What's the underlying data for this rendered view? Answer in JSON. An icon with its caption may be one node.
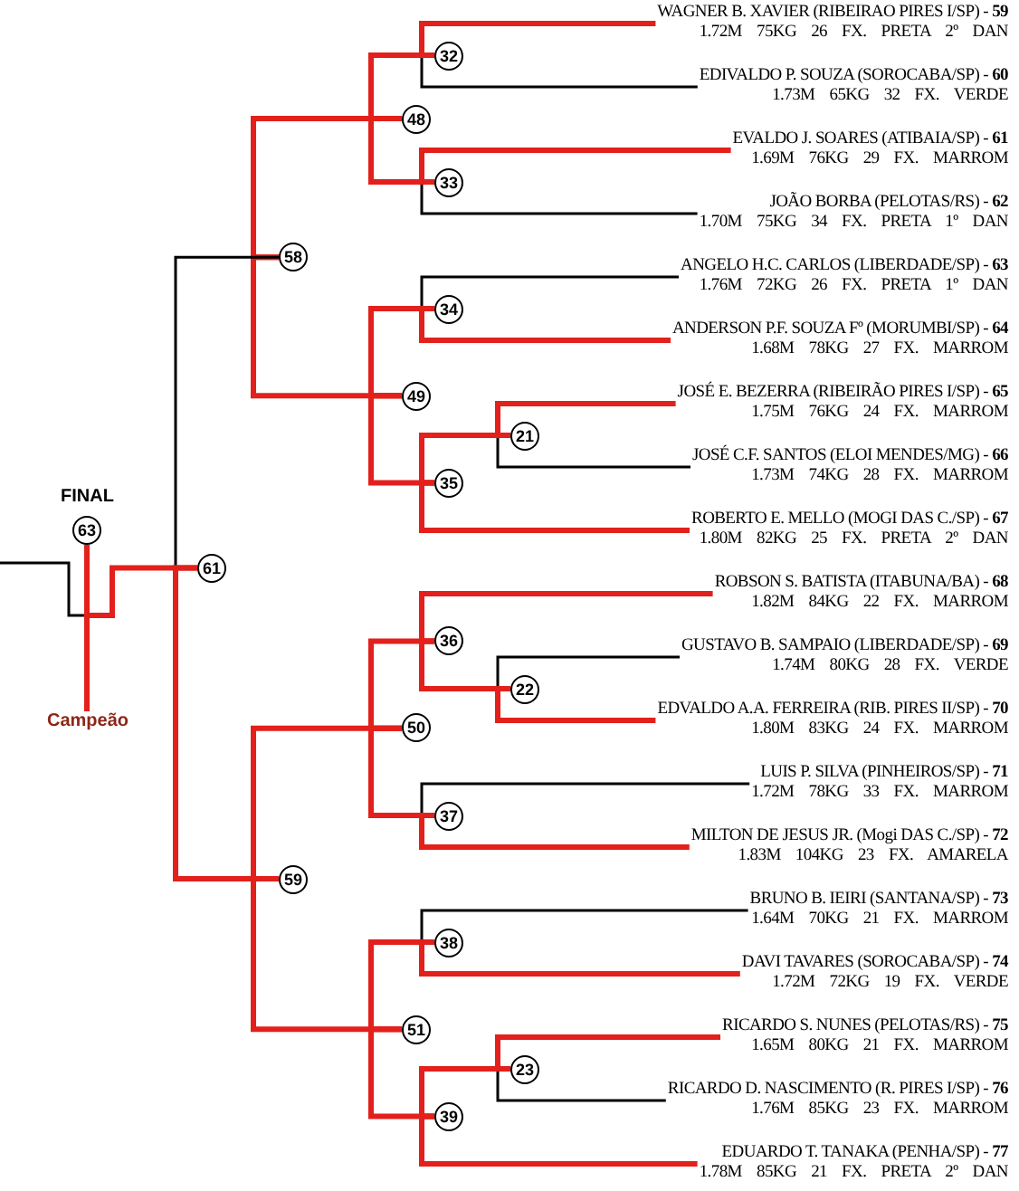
{
  "diagram": {
    "nodes": [
      {
        "text": [
          "WAGNER B. XAVIER (RIBEIRAO PIRES I/SP) - **59**",
          "1.72M 75KG 26 FX. PRETA 2º DAN"
        ]
      },
      {
        "text": [
          "EDIVALDO P. SOUZA (SOROCABA/SP) - **60**",
          "1.73M 65KG 32 FX. VERDE"
        ]
      },
      {
        "text": [
          "EVALDO J. SOARES (ATIBAIA/SP) - **61**",
          "1.69M 76KG 29 FX. MARROM"
        ]
      },
      {
        "text": [
          "JOÃO BORBA (PELOTAS/RS) - **62**",
          "1.70M 75KG 34 FX. PRETA 1º DAN"
        ]
      },
      {
        "text": [
          "ANGELO H.C. CARLOS (LIBERDADE/SP) - **63**",
          "1.76M 72KG 26 FX. PRETA 1º DAN"
        ]
      },
      {
        "text": [
          "ANDERSON P.F. SOUZA Fº (MORUMBI/SP) - **64**",
          "1.68M 78KG 27 FX. MARROM"
        ]
      },
      {
        "text": [
          "JOSÉ E. BEZERRA (RIBEIRÃO PIRES I/SP) - **65**",
          "1.75M 76KG 24 FX. MARROM"
        ]
      },
      {
        "text": [
          "JOSÉ C.F. SANTOS (ELOI MENDES/MG) - **66**",
          "1.73M 74KG 28 FX. MARROM"
        ]
      },
      {
        "text": [
          "ROBERTO E. MELLO (MOGI DAS C./SP) - **67**",
          "1.80M 82KG 25 FX. PRETA 2º DAN"
        ]
      },
      {
        "text": [
          "ROBSON S. BATISTA (ITABUNA/BA) - **68**",
          "1.82M 84KG 22 FX. MARROM"
        ]
      },
      {
        "text": [
          "GUSTAVO B. SAMPAIO (LIBERDADE/SP) - **69**",
          "1.74M 80KG 28 FX. VERDE"
        ]
      },
      {
        "text": [
          "EDVALDO A.A. FERREIRA (RIB. PIRES II/SP) - **70**",
          "1.80M 83KG 24 FX. MARROM"
        ]
      },
      {
        "text": [
          "LUIS P. SILVA (PINHEIROS/SP) - **71**",
          "1.72M 78KG 33 FX. MARROM"
        ]
      },
      {
        "text": [
          "MILTON DE JESUS JR. (Mogi DAS C./SP) - **72**",
          "1.83M 104KG 23 FX. AMARELA"
        ]
      },
      {
        "text": [
          "BRUNO B. IEIRI (SANTANA/SP) - **73**",
          "1.64M 70KG 21 FX. MARROM"
        ]
      },
      {
        "text": [
          "DAVI TAVARES (SOROCABA/SP) - **74**",
          "1.72M 72KG 19 FX. VERDE"
        ]
      },
      {
        "text": [
          "RICARDO S. NUNES (PELOTAS/RS) - **75**",
          "1.65M 80KG 21 FX. MARROM"
        ]
      },
      {
        "text": [
          "RICARDO D. NASCIMENTO (R. PIRES I/SP) - **76**",
          "1.76M 85KG 23 FX. MARROM"
        ]
      },
      {
        "text": [
          "EDUARDO T. TANAKA (PENHA/SP) - **77**",
          "1.78M 85KG 21 FX. PRETA 2º DAN"
        ]
      },
      {
        "text": [
          "32"
        ]
      },
      {
        "text": [
          "33"
        ]
      },
      {
        "text": [
          "48"
        ]
      },
      {
        "text": [
          "34"
        ]
      },
      {
        "text": [
          "21"
        ]
      },
      {
        "text": [
          "35"
        ]
      },
      {
        "text": [
          "49"
        ]
      },
      {
        "text": [
          "58"
        ]
      },
      {
        "text": [
          "36"
        ]
      },
      {
        "text": [
          "22"
        ]
      },
      {
        "text": [
          "37"
        ]
      },
      {
        "text": [
          "50"
        ]
      },
      {
        "text": [
          "38"
        ]
      },
      {
        "text": [
          "23"
        ]
      },
      {
        "text": [
          "39"
        ]
      },
      {
        "text": [
          "51"
        ]
      },
      {
        "text": [
          "59"
        ]
      },
      {
        "text": [
          "61"
        ]
      },
      {
        "text": [
          "63"
        ],
        "beside": [
          "FINAL"
        ]
      },
      {
        "text": [
          "Campeão"
        ]
      }
    ],
    "edges": [
      {
        "from": 0,
        "to": 19,
        "arrow": "none"
      },
      {
        "from": 1,
        "to": 19,
        "arrow": "none",
        "color": "#000000"
      },
      {
        "from": 2,
        "to": 20,
        "arrow": "none"
      },
      {
        "from": 3,
        "to": 20,
        "arrow": "none",
        "color": "#000000"
      },
      {
        "from": 19,
        "to": 21,
        "arrow": "none"
      },
      {
        "from": 20,
        "to": 21,
        "arrow": "none"
      },
      {
        "from": 4,
        "to": 22,
        "arrow": "none",
        "color": "#000000"
      },
      {
        "from": 5,
        "to": 22,
        "arrow": "none"
      },
      {
        "from": 6,
        "to": 23,
        "arrow": "none"
      },
      {
        "from": 7,
        "to": 23,
        "arrow": "none",
        "color": "#000000"
      },
      {
        "from": 23,
        "to": 24,
        "arrow": "none"
      },
      {
        "from": 8,
        "to": 24,
        "arrow": "none"
      },
      {
        "from": 22,
        "to": 25,
        "arrow": "none"
      },
      {
        "from": 24,
        "to": 25,
        "arrow": "none"
      },
      {
        "from": 21,
        "to": 26,
        "arrow": "none"
      },
      {
        "from": 25,
        "to": 26,
        "arrow": "none"
      },
      {
        "from": 9,
        "to": 27,
        "arrow": "none"
      },
      {
        "from": 28,
        "to": 27,
        "arrow": "none"
      },
      {
        "from": 10,
        "to": 28,
        "arrow": "none",
        "color": "#000000"
      },
      {
        "from": 11,
        "to": 28,
        "arrow": "none"
      },
      {
        "from": 12,
        "to": 29,
        "arrow": "none",
        "color": "#000000"
      },
      {
        "from": 13,
        "to": 29,
        "arrow": "none"
      },
      {
        "from": 27,
        "to": 30,
        "arrow": "none"
      },
      {
        "from": 29,
        "to": 30,
        "arrow": "none"
      },
      {
        "from": 14,
        "to": 31,
        "arrow": "none",
        "color": "#000000"
      },
      {
        "from": 15,
        "to": 31,
        "arrow": "none"
      },
      {
        "from": 16,
        "to": 32,
        "arrow": "none"
      },
      {
        "from": 17,
        "to": 32,
        "arrow": "none",
        "color": "#000000"
      },
      {
        "from": 32,
        "to": 33,
        "arrow": "none"
      },
      {
        "from": 18,
        "to": 33,
        "arrow": "none"
      },
      {
        "from": 31,
        "to": 34,
        "arrow": "none"
      },
      {
        "from": 33,
        "to": 34,
        "arrow": "none"
      },
      {
        "from": 30,
        "to": 35,
        "arrow": "none"
      },
      {
        "from": 34,
        "to": 35,
        "arrow": "none"
      },
      {
        "from": 26,
        "to": 36,
        "arrow": "none",
        "color": "#000000"
      },
      {
        "from": 35,
        "to": 36,
        "arrow": "none"
      },
      {
        "from": 36,
        "to": 37,
        "arrow": "none"
      },
      {
        "from": null,
        "to": 37,
        "arrow": "none",
        "color": "#000000"
      },
      {
        "from": 37,
        "to": 38,
        "arrow": "none"
      }
    ]
  }
}
